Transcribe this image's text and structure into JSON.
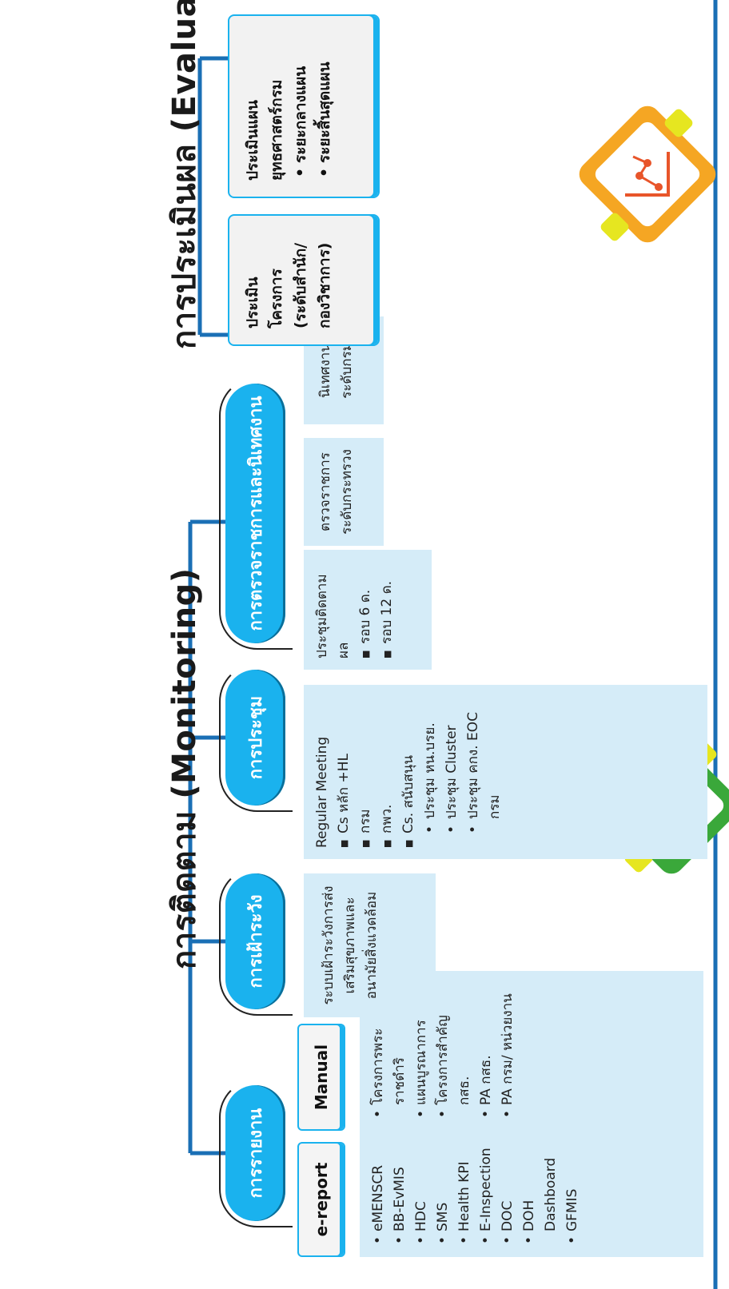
{
  "monitoring": {
    "title": "การติดตาม  (Monitoring)",
    "pills": {
      "report": "การรายงาน",
      "surveillance": "การเฝ้าระวัง",
      "meeting": "การประชุม",
      "inspection": "การตรวจราชการและนิเทศงาน"
    },
    "report": {
      "ereport_tab": "e-report",
      "manual_tab": "Manual",
      "ereport_items": [
        "eMENSCR",
        "BB-EvMIS",
        "HDC",
        "SMS",
        "Health KPI",
        "E-Inspection",
        "DOC",
        "DOH Dashboard",
        "GFMIS"
      ],
      "manual_items": [
        "โครงการพระราชดำริ",
        "แผนบูรณาการ",
        "โครงการสำคัญ กสธ.",
        "PA กสธ.",
        "PA กรม/ หน่วยงาน"
      ]
    },
    "surveillance_text": "ระบบเฝ้าระวังการส่งเสริมสุขภาพและอนามัยสิ่งแวดล้อม",
    "regular_meeting": {
      "heading": "Regular Meeting",
      "items": [
        "Cs หลัก +HL",
        "กรม",
        "กพว.",
        "Cs. สนับสนุน"
      ],
      "sub_items": [
        "ประชุม หน.บรย.",
        "ประชุม Cluster",
        "ประชุม คกง. EOC กรม"
      ]
    },
    "followup_meeting": {
      "heading": "ประชุมติดตามผล",
      "items": [
        "รอบ 6 ด.",
        "รอบ 12 ด."
      ]
    },
    "inspection_boxes": [
      "ตรวจราชการระดับกระทรวง",
      "นิเทศงานระดับกรม"
    ]
  },
  "evaluation": {
    "title": "การประเมินผล  (Evaluation)",
    "project_box": "ประเมินโครงการ (ระดับสำนัก/ กองวิชาการ)",
    "strategy_box": {
      "heading": "ประเมินแผนยุทธศาสตร์กรม",
      "items": [
        "ระยะกลางแผน",
        "ระยะสิ้นสุดแผน"
      ]
    }
  },
  "colors": {
    "pill_blue": "#1ab2ee",
    "panel_blue": "#d5ecf8",
    "connector_blue": "#1a6fb5",
    "monitor_green": "#3aa83a",
    "eval_orange": "#f5a623",
    "accent_yellow": "#e6e620"
  },
  "icons": {
    "monitoring": "magnifier-icon",
    "evaluation": "chart-icon"
  }
}
